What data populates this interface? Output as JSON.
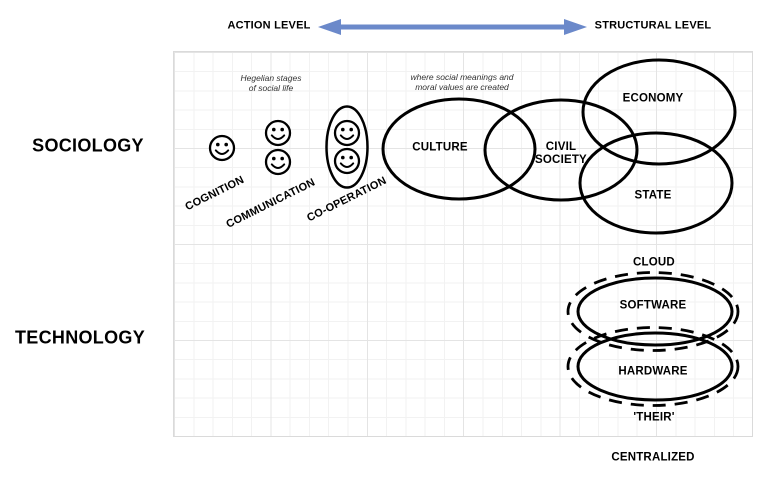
{
  "colors": {
    "arrow_blue": "#6b89ca",
    "shape_stroke": "#000000"
  },
  "top_axis": {
    "left_label": "ACTION LEVEL",
    "right_label": "STRUCTURAL LEVEL"
  },
  "row_labels": {
    "sociology": "SOCIOLOGY",
    "technology": "TECHNOLOGY"
  },
  "annotations": {
    "hegelian": {
      "line1": "Hegelian stages",
      "line2": "of social life"
    },
    "meanings": {
      "line1": "where social meanings and",
      "line2": "moral values are created"
    }
  },
  "action_stages": [
    {
      "label": "COGNITION",
      "smileys": 1
    },
    {
      "label": "COMMUNICATION",
      "smileys": 2
    },
    {
      "label": "CO-OPERATION",
      "smileys": 2
    }
  ],
  "structural_spheres": {
    "culture": "CULTURE",
    "civil_society": "CIVIL SOCIETY",
    "economy": "ECONOMY",
    "state": "STATE"
  },
  "technology": {
    "cloud": "CLOUD",
    "software": "SOFTWARE",
    "hardware": "HARDWARE",
    "their": "'THEIR'",
    "centralized": "CENTRALIZED"
  }
}
